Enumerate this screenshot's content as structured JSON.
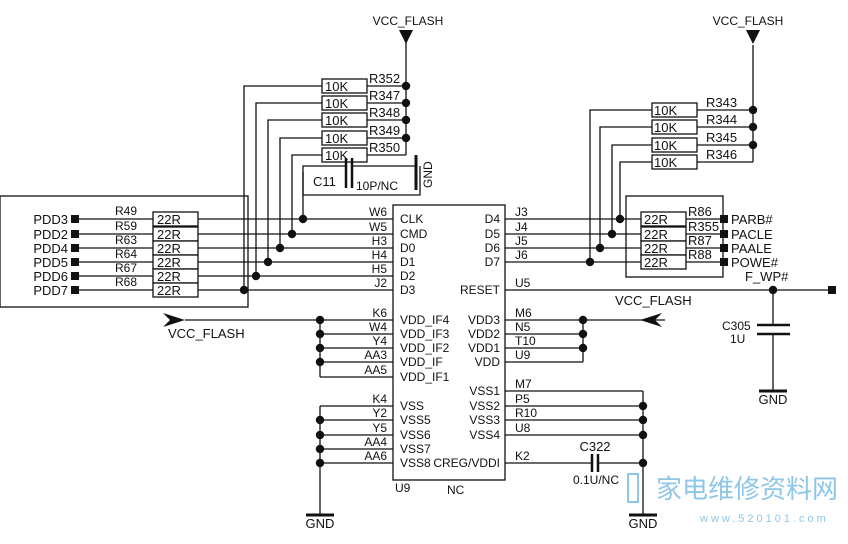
{
  "power": {
    "vcc_top_left": "VCC_FLASH",
    "vcc_top_right": "VCC_FLASH",
    "vcc_mid_right": "VCC_FLASH",
    "vcc_left": "VCC_FLASH",
    "gnd_c11": "GND",
    "gnd_c305": "GND",
    "gnd_left": "GND",
    "gnd_right": "GND"
  },
  "pullups_left": [
    {
      "ref": "R352",
      "value": "10K"
    },
    {
      "ref": "R347",
      "value": "10K"
    },
    {
      "ref": "R348",
      "value": "10K"
    },
    {
      "ref": "R349",
      "value": "10K"
    },
    {
      "ref": "R350",
      "value": "10K"
    }
  ],
  "pullups_right": [
    {
      "ref": "R343",
      "value": "10K"
    },
    {
      "ref": "R344",
      "value": "10K"
    },
    {
      "ref": "R345",
      "value": "10K"
    },
    {
      "ref": "R346",
      "value": "10K"
    }
  ],
  "c11": {
    "ref": "C11",
    "value": "10P/NC"
  },
  "series_left": [
    {
      "net": "PDD3",
      "ref": "R49",
      "value": "22R"
    },
    {
      "net": "PDD2",
      "ref": "R59",
      "value": "22R"
    },
    {
      "net": "PDD4",
      "ref": "R63",
      "value": "22R"
    },
    {
      "net": "PDD5",
      "ref": "R64",
      "value": "22R"
    },
    {
      "net": "PDD6",
      "ref": "R67",
      "value": "22R"
    },
    {
      "net": "PDD7",
      "ref": "R68",
      "value": "22R"
    }
  ],
  "series_right": [
    {
      "net": "PARB#",
      "ref": "R86",
      "value": "22R"
    },
    {
      "net": "PACLE",
      "ref": "R355",
      "value": "22R"
    },
    {
      "net": "PAALE",
      "ref": "R87",
      "value": "22R"
    },
    {
      "net": "POWE#",
      "ref": "R88",
      "value": "22R"
    }
  ],
  "chip": {
    "ref": "U9",
    "bottom_label": "NC",
    "left_pins": [
      {
        "pin": "W6",
        "name": "CLK"
      },
      {
        "pin": "W5",
        "name": "CMD"
      },
      {
        "pin": "H3",
        "name": "D0"
      },
      {
        "pin": "H4",
        "name": "D1"
      },
      {
        "pin": "H5",
        "name": "D2"
      },
      {
        "pin": "J2",
        "name": "D3"
      },
      {
        "pin": "K6",
        "name": "VDD_IF4"
      },
      {
        "pin": "W4",
        "name": "VDD_IF3"
      },
      {
        "pin": "Y4",
        "name": "VDD_IF2"
      },
      {
        "pin": "AA3",
        "name": "VDD_IF"
      },
      {
        "pin": "AA5",
        "name": "VDD_IF1"
      },
      {
        "pin": "K4",
        "name": "VSS"
      },
      {
        "pin": "Y2",
        "name": "VSS5"
      },
      {
        "pin": "Y5",
        "name": "VSS6"
      },
      {
        "pin": "AA4",
        "name": "VSS7"
      },
      {
        "pin": "AA6",
        "name": "VSS8"
      }
    ],
    "right_pins": [
      {
        "pin": "J3",
        "name": "D4"
      },
      {
        "pin": "J4",
        "name": "D5"
      },
      {
        "pin": "J5",
        "name": "D6"
      },
      {
        "pin": "J6",
        "name": "D7"
      },
      {
        "pin": "U5",
        "name": "RESET"
      },
      {
        "pin": "M6",
        "name": "VDD3"
      },
      {
        "pin": "N5",
        "name": "VDD2"
      },
      {
        "pin": "T10",
        "name": "VDD1"
      },
      {
        "pin": "U9",
        "name": "VDD"
      },
      {
        "pin": "M7",
        "name": "VSS1"
      },
      {
        "pin": "P5",
        "name": "VSS2"
      },
      {
        "pin": "R10",
        "name": "VSS3"
      },
      {
        "pin": "U8",
        "name": "VSS4"
      },
      {
        "pin": "K2",
        "name": "CREG/VDDI"
      }
    ]
  },
  "f_wp": "F_WP#",
  "c305": {
    "ref": "C305",
    "value": "1U"
  },
  "c322": {
    "ref": "C322",
    "value": "0.1U/NC"
  },
  "watermark": {
    "logo": "家电维修资料网",
    "url": "www.520101.com"
  },
  "colors": {
    "line": "#111111",
    "watermark": "#8ec6e8"
  }
}
